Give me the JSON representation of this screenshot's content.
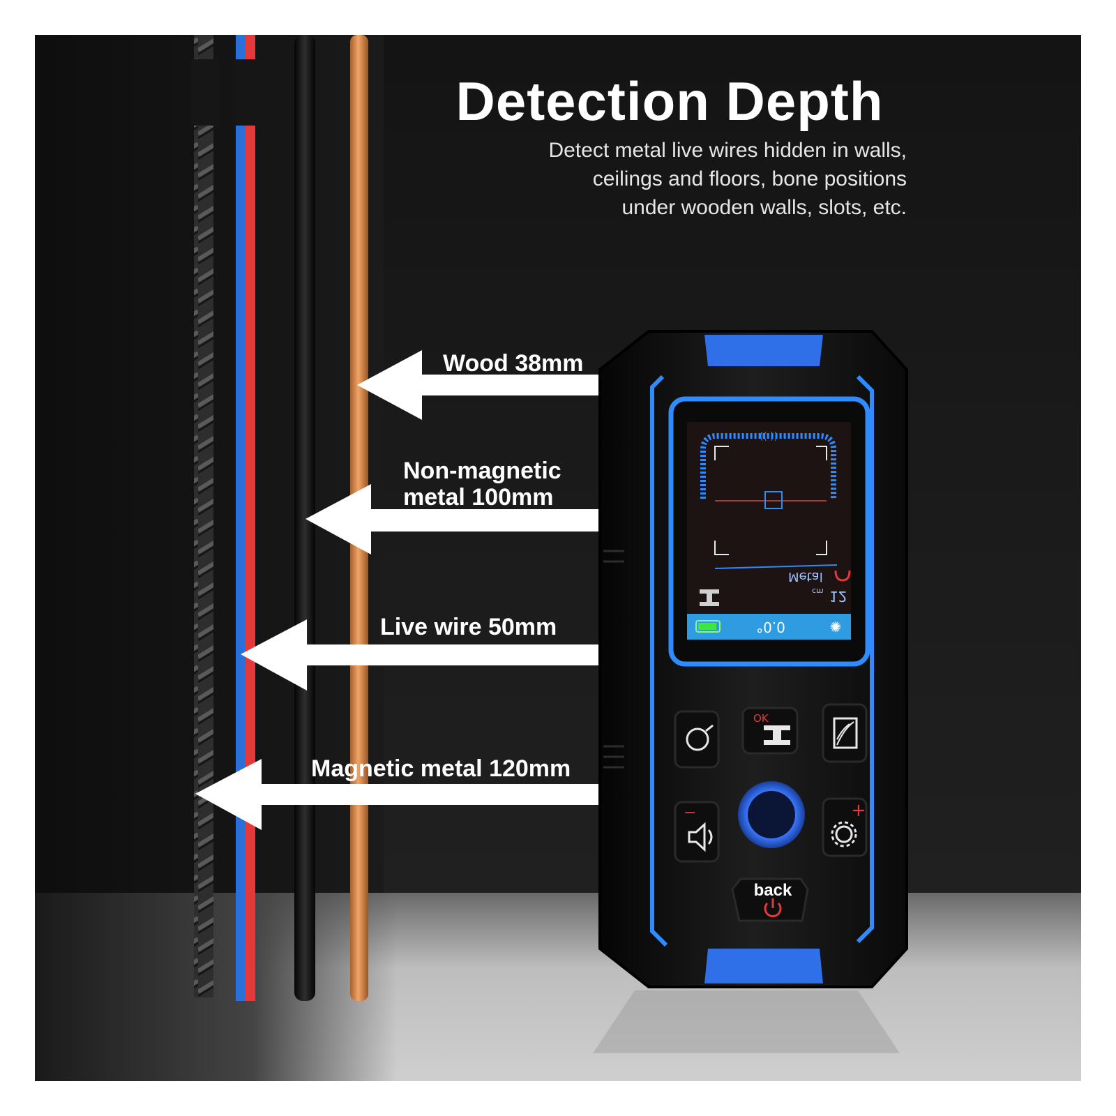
{
  "header": {
    "title": "Detection Depth",
    "subtitle_lines": [
      "Detect metal live wires hidden in walls,",
      "ceilings and floors, bone positions",
      "under wooden walls, slots, etc."
    ]
  },
  "arrows": [
    {
      "label": "Wood 38mm"
    },
    {
      "label_lines": [
        "Non-magnetic",
        "metal 100mm"
      ]
    },
    {
      "label": "Live wire 50mm"
    },
    {
      "label": "Magnetic metal 120mm"
    }
  ],
  "device": {
    "screen": {
      "reading_value": "12",
      "reading_unit": "cm",
      "mode_label": "Metal",
      "status_value": "0.0°"
    },
    "buttons": {
      "ok_label": "OK",
      "back_label": "back",
      "minus_label": "−",
      "plus_label": "+"
    }
  },
  "colors": {
    "accent_blue": "#2f8cff",
    "wire_red": "#e23a3a",
    "wire_blue": "#2b6fd8",
    "copper": "#d98a4a",
    "background": "#1b1b1b"
  }
}
